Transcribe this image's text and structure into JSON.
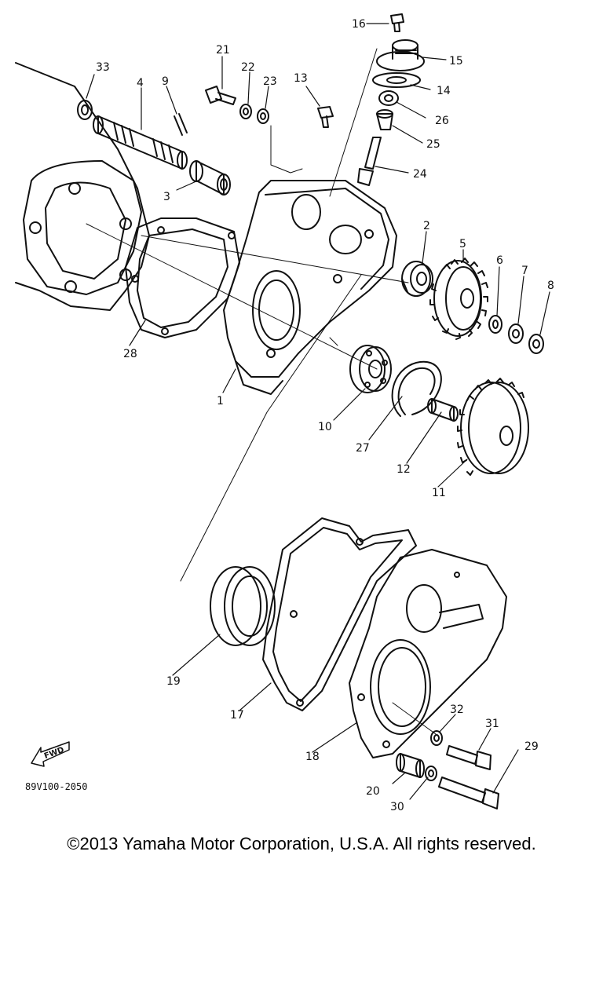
{
  "diagram": {
    "drawing_code": "89V100-2050",
    "fwd_marker": "FWD",
    "callouts": [
      {
        "id": "c1",
        "text": "1"
      },
      {
        "id": "c2",
        "text": "2"
      },
      {
        "id": "c3",
        "text": "3"
      },
      {
        "id": "c4",
        "text": "4"
      },
      {
        "id": "c5",
        "text": "5"
      },
      {
        "id": "c6",
        "text": "6"
      },
      {
        "id": "c7",
        "text": "7"
      },
      {
        "id": "c8",
        "text": "8"
      },
      {
        "id": "c9",
        "text": "9"
      },
      {
        "id": "c10",
        "text": "10"
      },
      {
        "id": "c11",
        "text": "11"
      },
      {
        "id": "c12",
        "text": "12"
      },
      {
        "id": "c13",
        "text": "13"
      },
      {
        "id": "c14",
        "text": "14"
      },
      {
        "id": "c15",
        "text": "15"
      },
      {
        "id": "c16",
        "text": "16"
      },
      {
        "id": "c17",
        "text": "17"
      },
      {
        "id": "c18",
        "text": "18"
      },
      {
        "id": "c19",
        "text": "19"
      },
      {
        "id": "c20",
        "text": "20"
      },
      {
        "id": "c21",
        "text": "21"
      },
      {
        "id": "c22",
        "text": "22"
      },
      {
        "id": "c23",
        "text": "23"
      },
      {
        "id": "c24",
        "text": "24"
      },
      {
        "id": "c25",
        "text": "25"
      },
      {
        "id": "c26",
        "text": "26"
      },
      {
        "id": "c27",
        "text": "27"
      },
      {
        "id": "c28",
        "text": "28"
      },
      {
        "id": "c29",
        "text": "29"
      },
      {
        "id": "c30",
        "text": "30"
      },
      {
        "id": "c31",
        "text": "31"
      },
      {
        "id": "c32",
        "text": "32"
      },
      {
        "id": "c33",
        "text": "33"
      }
    ]
  },
  "footer": {
    "copyright": "©2013 Yamaha Motor Corporation, U.S.A. All rights reserved."
  }
}
